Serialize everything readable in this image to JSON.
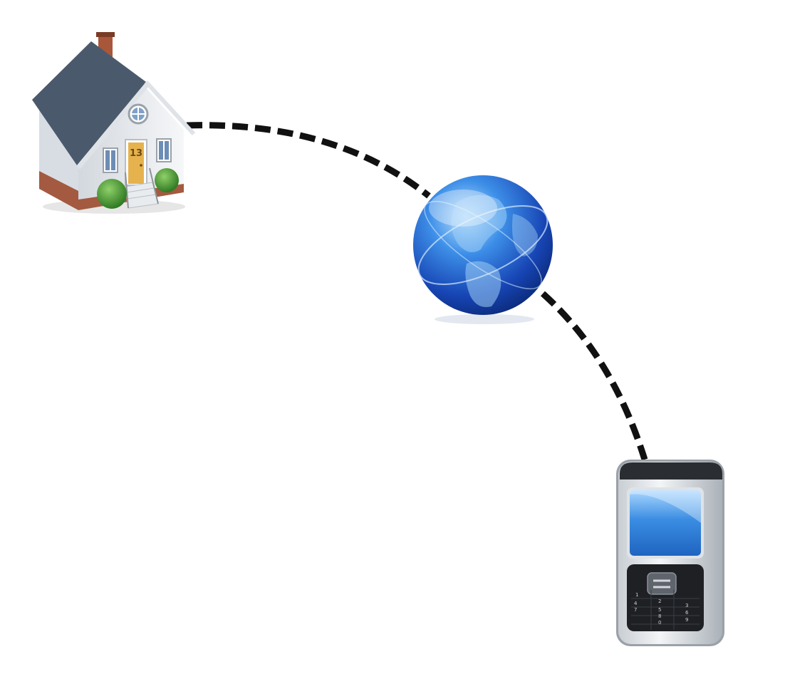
{
  "diagram": {
    "nodes": [
      {
        "id": "home",
        "icon": "house-icon",
        "house_number": "13"
      },
      {
        "id": "internet",
        "icon": "globe-icon"
      },
      {
        "id": "mobile",
        "icon": "mobile-phone-icon",
        "keypad": [
          "1",
          "2",
          "3",
          "4",
          "5",
          "6",
          "7",
          "8",
          "9",
          "0"
        ]
      }
    ],
    "edges": [
      {
        "from": "home",
        "to": "internet",
        "style": "dashed"
      },
      {
        "from": "internet",
        "to": "mobile",
        "style": "dashed"
      }
    ],
    "colors": {
      "connector": "#111111",
      "globe": "#1d5fd0",
      "roof": "#4a5a6c",
      "house_wall": "#eef1f4",
      "door": "#e6b24e",
      "phone_screen": "#2a78d6"
    }
  }
}
